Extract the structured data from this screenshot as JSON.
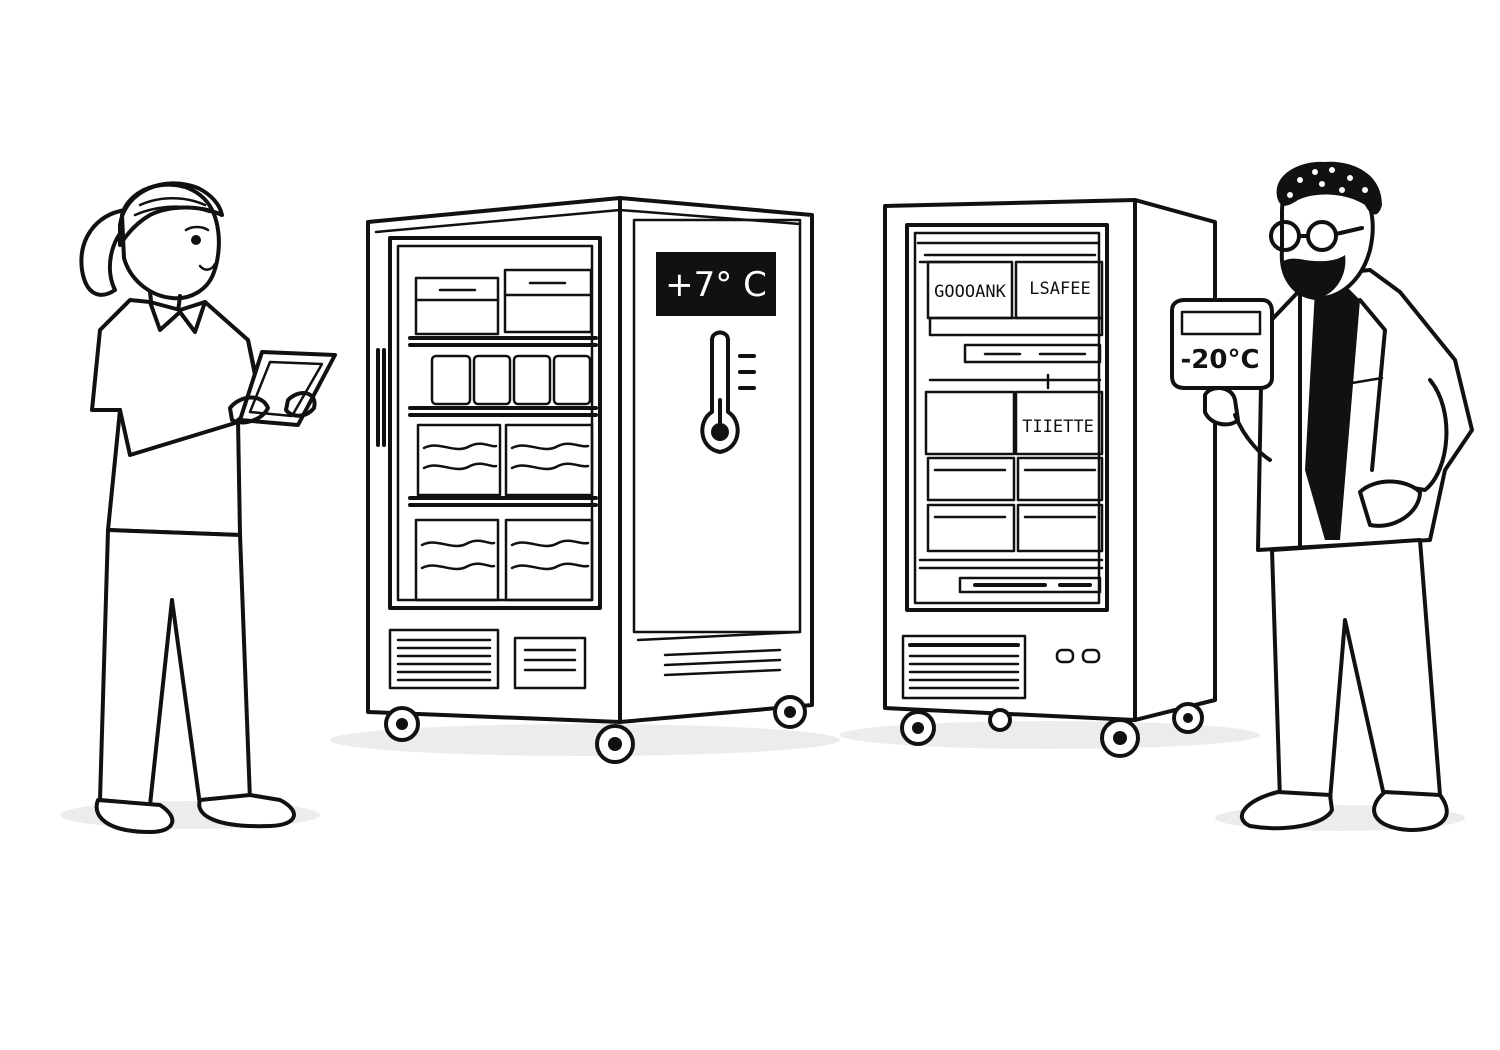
{
  "fridge": {
    "display_temp": "+7° C"
  },
  "freezer": {
    "box_labels": [
      "GOOOANK",
      "LSAFEE",
      "TIIETTE"
    ]
  },
  "sign": {
    "temp": "-20°C"
  },
  "colors": {
    "ink": "#111111",
    "paper": "#ffffff",
    "shadow": "#e8e8e8"
  }
}
